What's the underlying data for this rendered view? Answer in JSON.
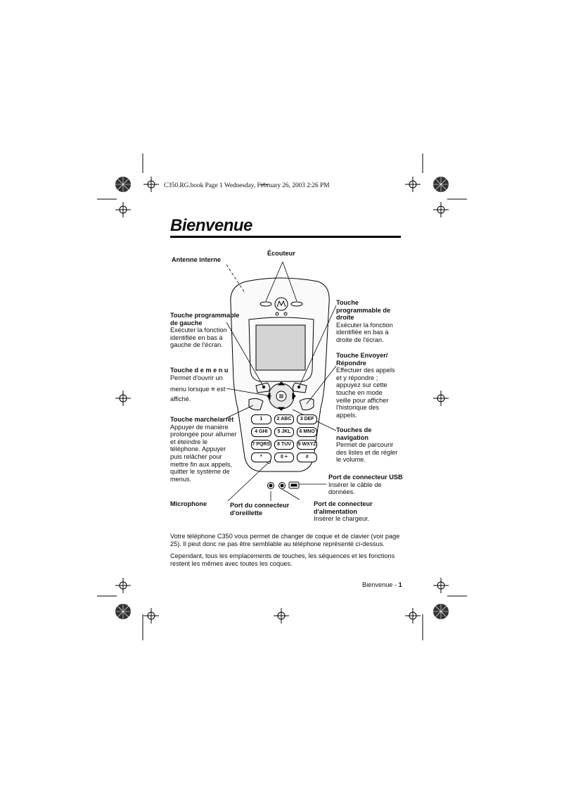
{
  "header": "C350.RG.book  Page 1  Wednesday, February 26, 2003  2:26 PM",
  "title": "Bienvenue",
  "callouts": {
    "earpiece": "Écouteur",
    "antenna": "Antenne interne",
    "left_soft_key": {
      "title": "Touche programmable de gauche",
      "desc": "Exécuter la fonction identifiée en bas à gauche de l'écran."
    },
    "right_soft_key": {
      "title": "Touche programmable de droite",
      "desc": "Exécuter la fonction identifiée en bas à droite de l'écran."
    },
    "menu_key": {
      "title": "Touche d e m e n u",
      "desc_a": "Permet d'ouvrir un",
      "desc_b": "menu lorsque",
      "desc_c": "est",
      "desc_d": "affiché."
    },
    "send_key": {
      "title": "Touche Envoyer/ Répondre",
      "desc": "Effectuer des appels et y répondre ; appuyez sur cette touche en mode veille pour afficher l'historique des appels."
    },
    "power_key": {
      "title": "Touche marche/arrêt",
      "desc": "Appuyer de manière prolongée pour allumer et éteindre le téléphone. Appuyer puis relâcher pour mettre fin aux appels, quitter le système de menus."
    },
    "nav_keys": {
      "title": "Touches de navigation",
      "desc": "Permet de parcourir des listes et de régler le volume."
    },
    "usb_port": {
      "title": "Port de connecteur USB",
      "desc": "Insérer le câble de données."
    },
    "microphone": "Microphone",
    "headset_port": {
      "title": "Port du connecteur d'oreillette"
    },
    "power_port": {
      "title": "Port de connecteur d'alimentation",
      "desc": "Insérer le chargeur."
    }
  },
  "keypad": {
    "rows": [
      [
        "1",
        "2 ABC",
        "3 DEF"
      ],
      [
        "4 GHI",
        "5 JKL",
        "6 MNO"
      ],
      [
        "7 PQRS",
        "8 TUV",
        "9 WXYZ"
      ],
      [
        "*",
        "0 +",
        "#"
      ]
    ]
  },
  "paragraphs": [
    "Votre téléphone C350 vous permet de changer de coque et de clavier (voir page 25). Il peut donc ne pas être semblable au téléphone représenté ci-dessus.",
    "Cependant, tous les emplacements de touches, les séquences et les fonctions restent les mêmes avec toutes les coques."
  ],
  "footer": {
    "label": "Bienvenue - ",
    "page": "1"
  }
}
